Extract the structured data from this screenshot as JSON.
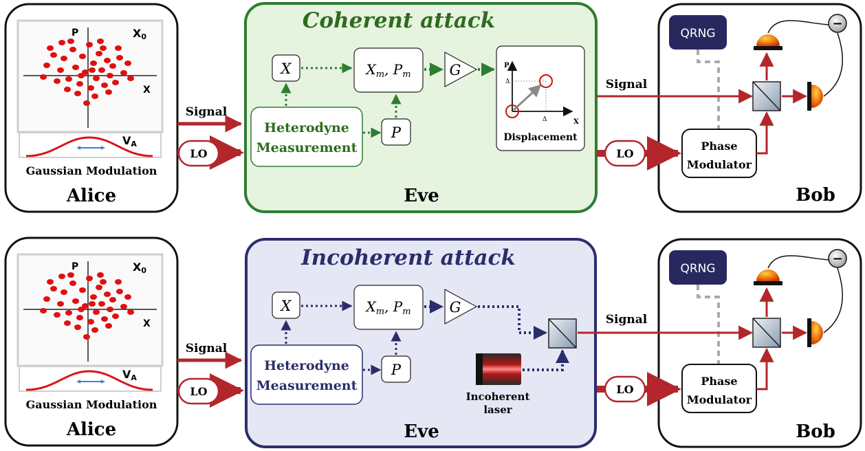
{
  "panels": [
    {
      "key": "top",
      "alice": {
        "axis_p": "P",
        "axis_x": "X",
        "x0_label": "X",
        "x0_sub": "0",
        "va_label": "V",
        "va_sub": "A",
        "caption": "Gaussian Modulation",
        "name": "Alice"
      },
      "signal_label": "Signal",
      "lo_label": "LO",
      "eve": {
        "title": "Coherent attack",
        "name": "Eve",
        "het_line1": "Heterodyne",
        "het_line2": "Measurement",
        "x_box": "X",
        "p_box": "P",
        "xp_box": "X",
        "xp_sub_m": "m",
        "xp_comma": ", P",
        "gain": "G",
        "displacement_label": "Displacement",
        "inset_p": "P",
        "inset_x": "X",
        "delta": "Δ"
      },
      "bob": {
        "qrng": "QRNG",
        "signal_label": "Signal",
        "lo_label": "LO",
        "pm_line1": "Phase",
        "pm_line2": "Modulator",
        "name": "Bob",
        "detector_symbol": "−"
      }
    },
    {
      "key": "bottom",
      "alice": {
        "axis_p": "P",
        "axis_x": "X",
        "x0_label": "X",
        "x0_sub": "0",
        "va_label": "V",
        "va_sub": "A",
        "caption": "Gaussian Modulation",
        "name": "Alice"
      },
      "signal_label": "Signal",
      "lo_label": "LO",
      "eve": {
        "title": "Incoherent attack",
        "name": "Eve",
        "het_line1": "Heterodyne",
        "het_line2": "Measurement",
        "x_box": "X",
        "p_box": "P",
        "xp_box": "X",
        "xp_sub_m": "m",
        "xp_comma": ", P",
        "gain": "G",
        "laser_line1": "Incoherent",
        "laser_line2": "laser"
      },
      "bob": {
        "qrng": "QRNG",
        "signal_label": "Signal",
        "lo_label": "LO",
        "pm_line1": "Phase",
        "pm_line2": "Modulator",
        "name": "Bob",
        "detector_symbol": "−"
      }
    }
  ],
  "colors": {
    "coherent_fill": "#e6f4df",
    "coherent_stroke": "#2e7d32",
    "coherent_text": "#2e6b1f",
    "incoherent_fill": "#e5e7f5",
    "incoherent_stroke": "#2b2d6b",
    "incoherent_text": "#2b2d6b",
    "arrow_red": "#b3262b",
    "dot_red": "#e01010",
    "qrng_fill": "#26285e",
    "detector_orange": "#e65c00"
  }
}
